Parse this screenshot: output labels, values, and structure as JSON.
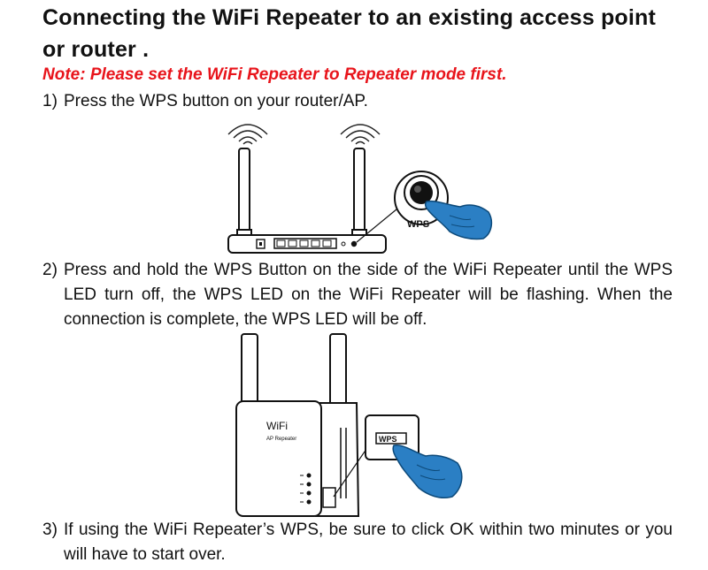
{
  "doc": {
    "title": "Connecting the WiFi Repeater to an existing access point or router .",
    "note": "Note: Please set the WiFi Repeater to Repeater mode first.",
    "steps": [
      {
        "num": "1)",
        "text": "Press the WPS button on your router/AP."
      },
      {
        "num": "2)",
        "text": "Press and hold the WPS Button on the side of the WiFi Repeater until the WPS LED turn off, the WPS LED on the WiFi Repeater will be flashing. When the connection is complete, the WPS LED will be off."
      },
      {
        "num": "3)",
        "text": "If using the WiFi Repeater’s WPS, be sure to click OK within two minutes or you will have to start over."
      }
    ]
  },
  "router_illustration": {
    "wps_label": "WPS",
    "icons": [
      "wifi-signal-icon",
      "router-antenna",
      "wps-button-icon",
      "pointing-hand-icon"
    ]
  },
  "repeater_illustration": {
    "brand": "WiFi",
    "model": "AP Repeater",
    "wps_label": "WPS",
    "icons": [
      "repeater-antenna",
      "led-indicator-icon",
      "wps-switch-icon",
      "pointing-hand-icon"
    ]
  }
}
